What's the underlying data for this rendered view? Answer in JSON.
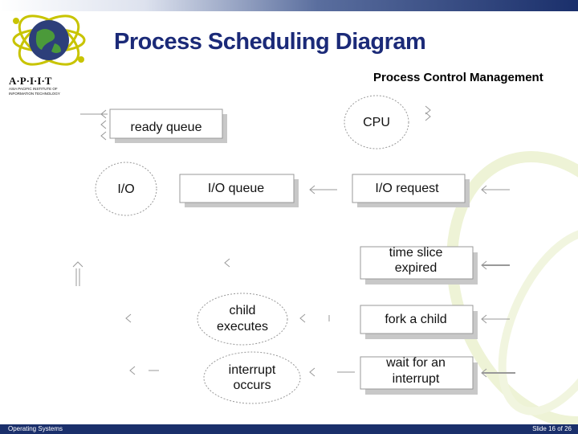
{
  "slide": {
    "title": "Process Scheduling Diagram",
    "subtitle": "Process Control Management",
    "logo_text": "A·P·I·I·T",
    "logo_subtext_1": "ASIA PACIFIC INSTITUTE OF",
    "logo_subtext_2": "INFORMATION TECHNOLOGY",
    "footer_left": "Operating Systems",
    "footer_right": "Slide 16 of 26"
  },
  "diagram": {
    "ready_queue": "ready queue",
    "cpu": "CPU",
    "io": "I/O",
    "io_queue": "I/O queue",
    "io_request": "I/O request",
    "time_slice_line1": "time slice",
    "time_slice_line2": "expired",
    "child_line1": "child",
    "child_line2": "executes",
    "fork": "fork a child",
    "wait_line1": "wait for an",
    "wait_line2": "interrupt",
    "interrupt_line1": "interrupt",
    "interrupt_line2": "occurs"
  },
  "colors": {
    "title": "#1b2a78",
    "footer_bg": "#1a2f6b",
    "box_shadow": "#b8b8b8",
    "accent_green": "#e8efc8"
  }
}
